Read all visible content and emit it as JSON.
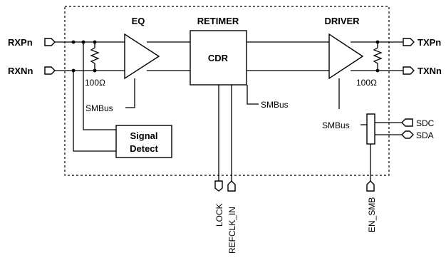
{
  "blocks": {
    "eq": "EQ",
    "retimer": "RETIMER",
    "driver": "DRIVER",
    "cdr": "CDR",
    "signal_detect_line1": "Signal",
    "signal_detect_line2": "Detect"
  },
  "pins": {
    "rxp": "RXPn",
    "rxn": "RXNn",
    "txp": "TXPn",
    "txn": "TXNn",
    "sdc": "SDC",
    "sda": "SDA",
    "lock": "LOCK",
    "refclk": "REFCLK_IN",
    "en_smb": "EN_SMB"
  },
  "labels": {
    "res_in": "100Ω",
    "res_out": "100Ω",
    "smbus_eq": "SMBus",
    "smbus_cdr": "SMBus",
    "smbus_driver": "SMBus"
  }
}
